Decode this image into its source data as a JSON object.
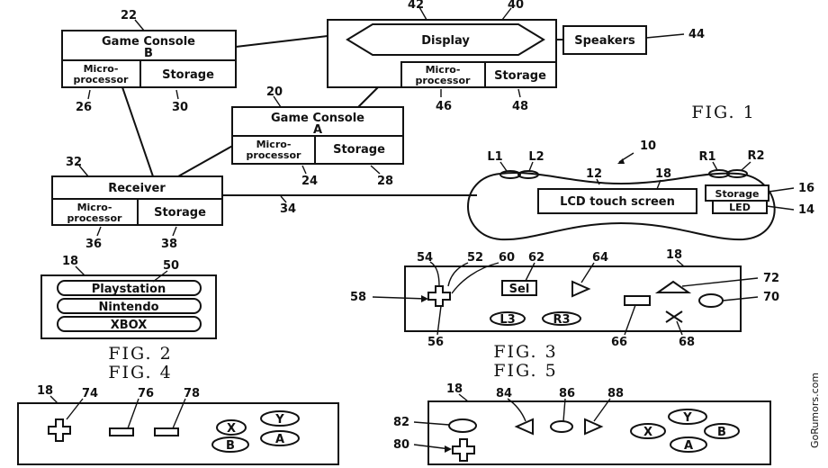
{
  "fig1": {
    "game_console_b": {
      "title_line1": "Game Console",
      "title_line2": "B",
      "micro": [
        "Micro-",
        "processor"
      ],
      "storage": "Storage",
      "ref": "22",
      "micro_ref": "26",
      "storage_ref": "30"
    },
    "display": {
      "label": "Display",
      "micro": [
        "Micro-",
        "processor"
      ],
      "storage": "Storage",
      "ref_display": "42",
      "ref_box": "40",
      "micro_ref": "46",
      "storage_ref": "48"
    },
    "speakers": {
      "label": "Speakers",
      "ref": "44"
    },
    "game_console_a": {
      "title_line1": "Game Console",
      "title_line2": "A",
      "micro": [
        "Micro-",
        "processor"
      ],
      "storage": "Storage",
      "ref": "20",
      "micro_ref": "24",
      "storage_ref": "28"
    },
    "receiver": {
      "title": "Receiver",
      "micro": [
        "Micro-",
        "processor"
      ],
      "storage": "Storage",
      "ref": "32",
      "micro_ref": "36",
      "storage_ref": "38"
    },
    "link_ref": "34",
    "controller": {
      "screen": "LCD touch screen",
      "storage": "Storage",
      "led": "LED",
      "l1": "L1",
      "l2": "L2",
      "r1": "R1",
      "r2": "R2",
      "ref": "10",
      "body_ref": "12",
      "screen_ref": "18",
      "storage_ref": "16",
      "led_ref": "14"
    },
    "caption": "FIG. 1"
  },
  "fig2": {
    "ref_screen": "18",
    "ref_list": "50",
    "options": [
      "Playstation",
      "Nintendo",
      "XBOX"
    ],
    "caption": "FIG. 2"
  },
  "fig3": {
    "select": "Sel",
    "l3": "L3",
    "r3": "R3",
    "refs": {
      "dpad_top1": "54",
      "dpad_top2": "52",
      "r60": "60",
      "select": "62",
      "triangle_btn": "64",
      "screen": "18",
      "triangle": "72",
      "circle": "70",
      "dpad": "58",
      "dpad_bottom": "56",
      "square": "66",
      "cross": "68"
    },
    "caption": "FIG. 3"
  },
  "fig4": {
    "buttons": [
      "X",
      "Y",
      "B",
      "A"
    ],
    "refs": {
      "screen": "18",
      "dpad": "74",
      "r76": "76",
      "r78": "78"
    },
    "caption": "FIG. 4"
  },
  "fig5": {
    "buttons": [
      "Y",
      "X",
      "B",
      "A"
    ],
    "refs": {
      "screen": "18",
      "r84": "84",
      "r86": "86",
      "r88": "88",
      "r82": "82",
      "r80": "80"
    },
    "caption": "FIG. 5"
  },
  "watermark": "GoRumors.com"
}
